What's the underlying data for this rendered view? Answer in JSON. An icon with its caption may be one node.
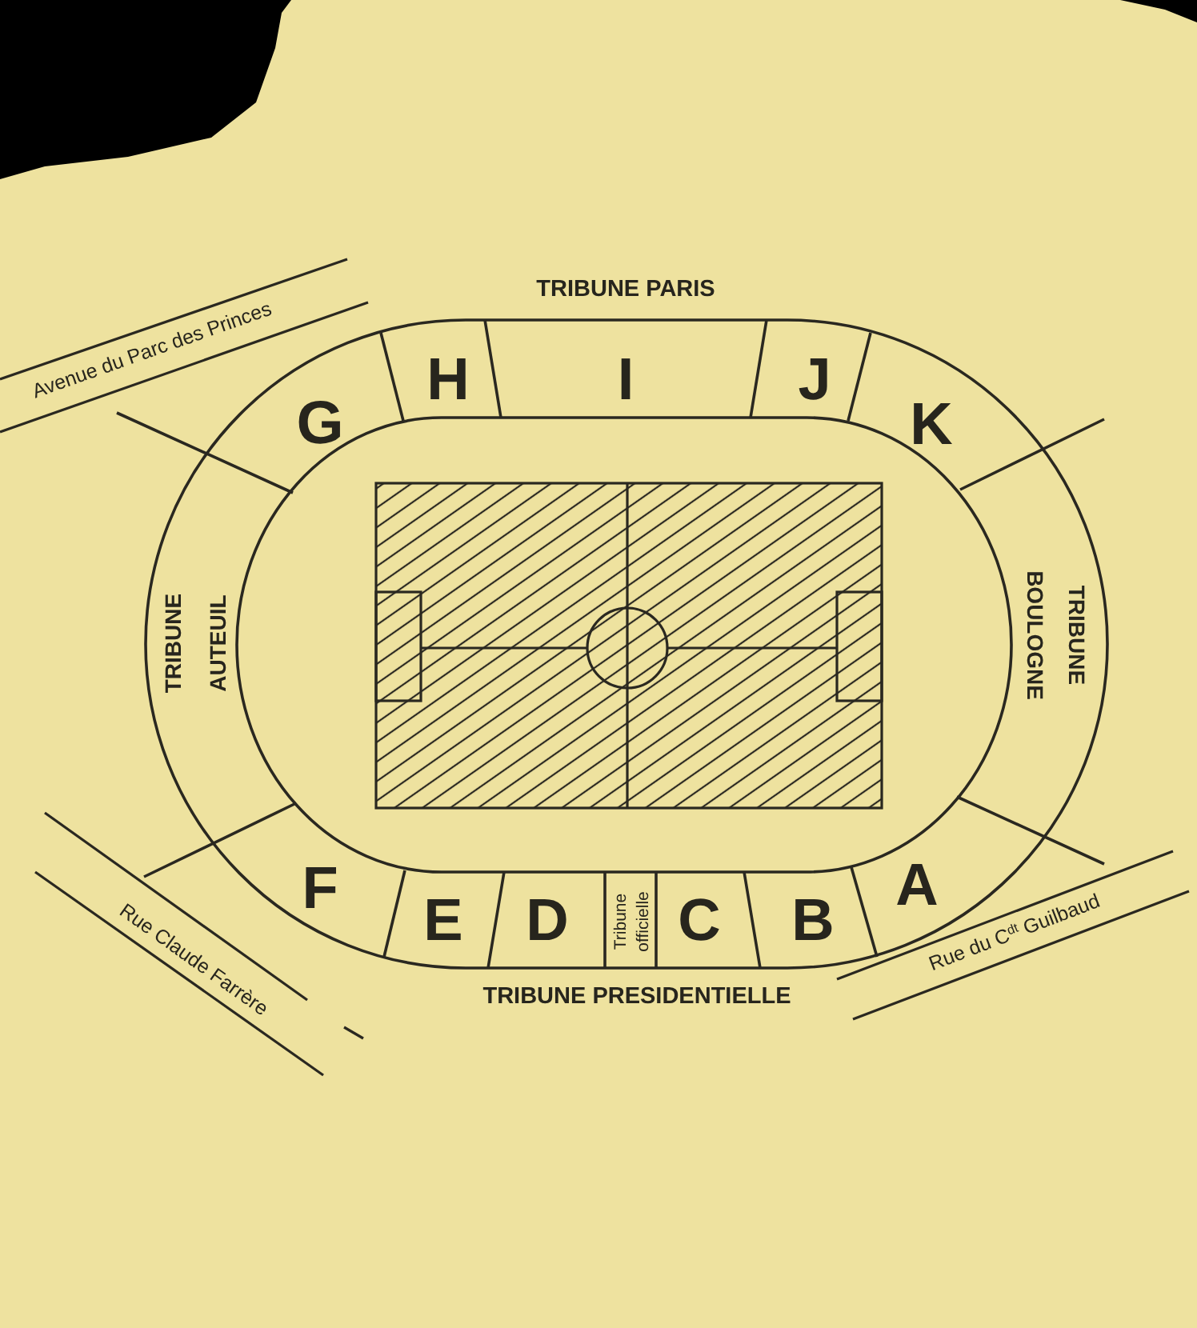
{
  "diagram": {
    "labels": [
      "TRIBUNE PARIS",
      "Avenue du Parc des Princes",
      "G",
      "H",
      "I",
      "J",
      "K",
      "TRIBUNE AUTEUIL",
      "TRIBUNE BOULOGNE",
      "F",
      "E",
      "D",
      "Tribune officielle",
      "C",
      "B",
      "A",
      "Rue Claude Farrère",
      "Rue du C$^{dt}$ Guilbaud",
      "TRIBUNE PRESIDENTIELLE"
    ]
  }
}
